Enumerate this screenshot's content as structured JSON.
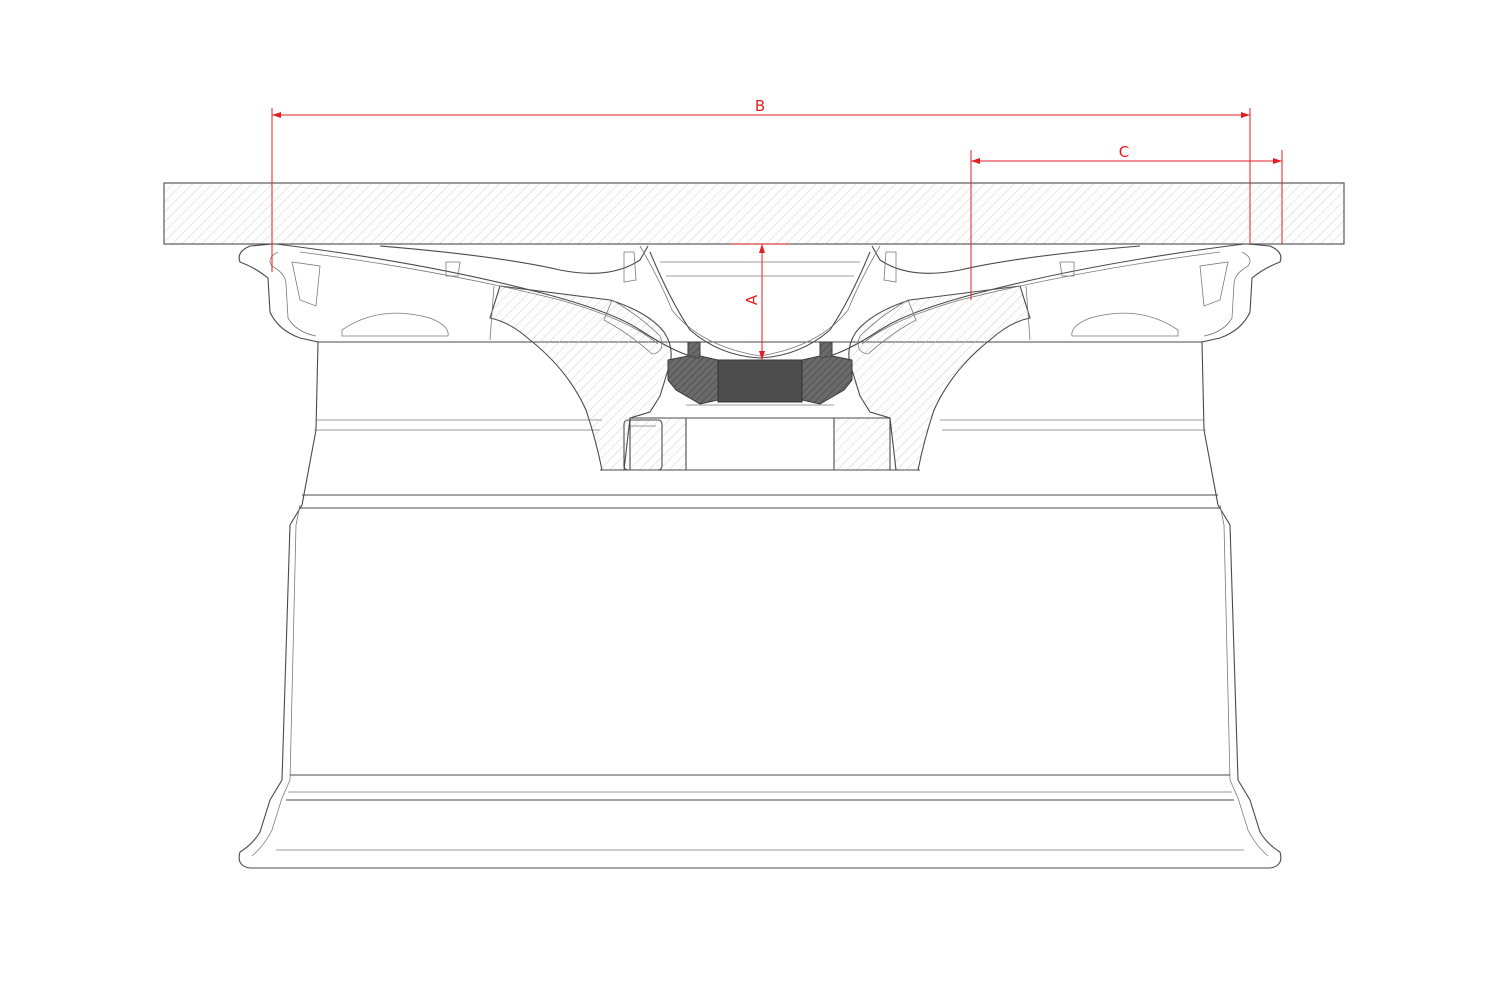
{
  "drawing": {
    "dimensions": [
      {
        "label": "A",
        "color": "#e31e24",
        "orientation": "vertical"
      },
      {
        "label": "B",
        "color": "#e31e24",
        "orientation": "horizontal"
      },
      {
        "label": "C",
        "color": "#e31e24",
        "orientation": "horizontal"
      }
    ],
    "colors": {
      "outline": "#4a4a4a",
      "dimension": "#e31e24",
      "hatch": "#bdbdbd",
      "hub_fill": "#4d4d4d"
    }
  }
}
